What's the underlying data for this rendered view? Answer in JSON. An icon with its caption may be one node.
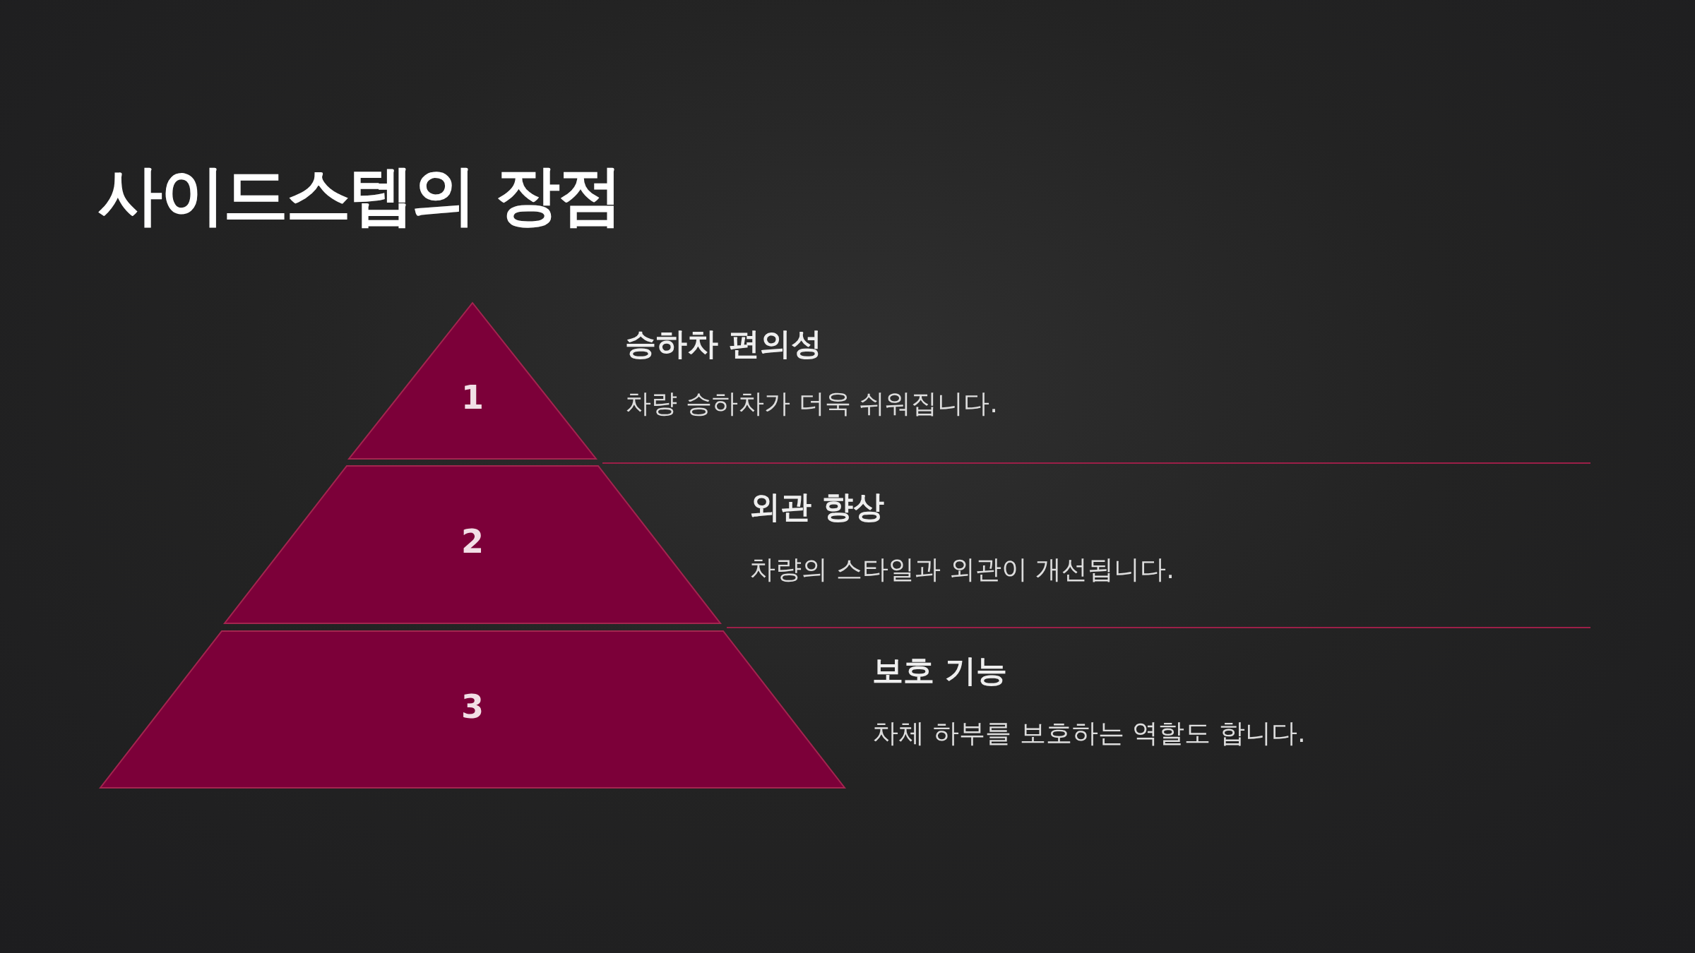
{
  "diagram": {
    "title": "사이드스텝의 장점",
    "nodes": [
      {
        "text": [
          "1"
        ],
        "beside": [
          "승하차 편의성",
          "차량 승하차가 더욱 쉬워집니다."
        ]
      },
      {
        "text": [
          "2"
        ],
        "beside": [
          "외관 향상",
          "차량의 스타일과 외관이 개선됩니다."
        ]
      },
      {
        "text": [
          "3"
        ],
        "beside": [
          "보호 기능",
          "차체 하부를 보호하는 역할도 합니다."
        ]
      }
    ]
  }
}
